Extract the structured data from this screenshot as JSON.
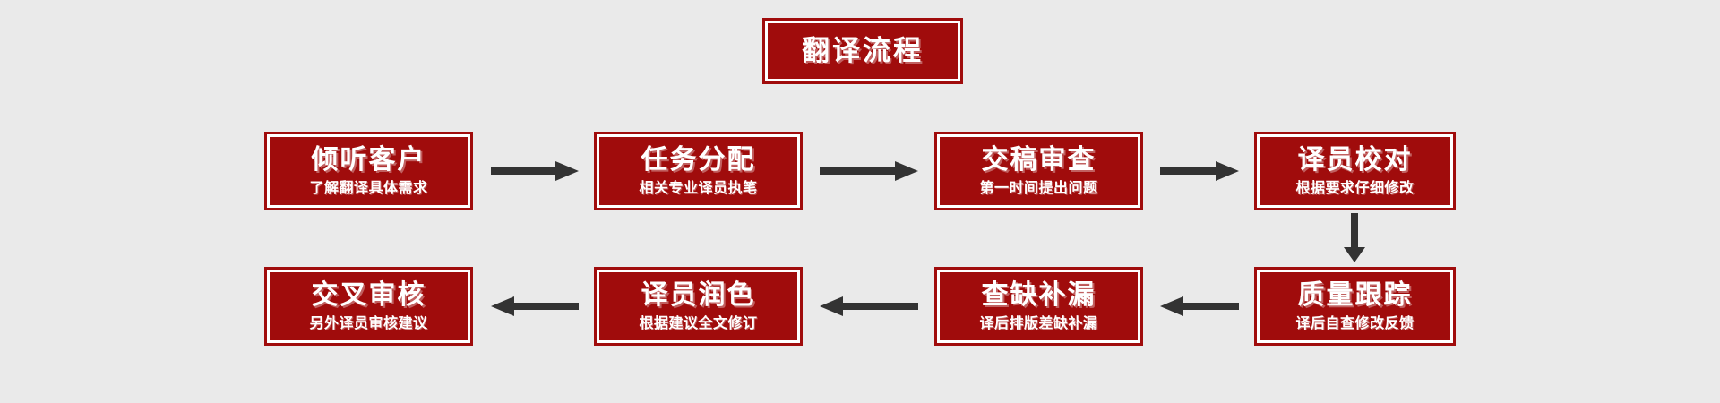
{
  "page": {
    "background_color": "#eaeaea",
    "box_fill_color": "#a00c0c",
    "box_inner_ring_color": "#ffffff",
    "text_color": "#ffffff",
    "arrow_color": "#333333"
  },
  "header": {
    "title": "翻译流程"
  },
  "steps": [
    {
      "index": 1,
      "title": "倾听客户",
      "subtitle": "了解翻译具体需求"
    },
    {
      "index": 2,
      "title": "任务分配",
      "subtitle": "相关专业译员执笔"
    },
    {
      "index": 3,
      "title": "交稿审查",
      "subtitle": "第一时间提出问题"
    },
    {
      "index": 4,
      "title": "译员校对",
      "subtitle": "根据要求仔细修改"
    },
    {
      "index": 5,
      "title": "质量跟踪",
      "subtitle": "译后自查修改反馈"
    },
    {
      "index": 6,
      "title": "查缺补漏",
      "subtitle": "译后排版差缺补漏"
    },
    {
      "index": 7,
      "title": "译员润色",
      "subtitle": "根据建议全文修订"
    },
    {
      "index": 8,
      "title": "交叉审核",
      "subtitle": "另外译员审核建议"
    }
  ],
  "connectors": [
    {
      "from": 1,
      "to": 2,
      "direction": "right"
    },
    {
      "from": 2,
      "to": 3,
      "direction": "right"
    },
    {
      "from": 3,
      "to": 4,
      "direction": "right"
    },
    {
      "from": 4,
      "to": 5,
      "direction": "down"
    },
    {
      "from": 5,
      "to": 6,
      "direction": "left"
    },
    {
      "from": 6,
      "to": 7,
      "direction": "left"
    },
    {
      "from": 7,
      "to": 8,
      "direction": "left"
    }
  ]
}
